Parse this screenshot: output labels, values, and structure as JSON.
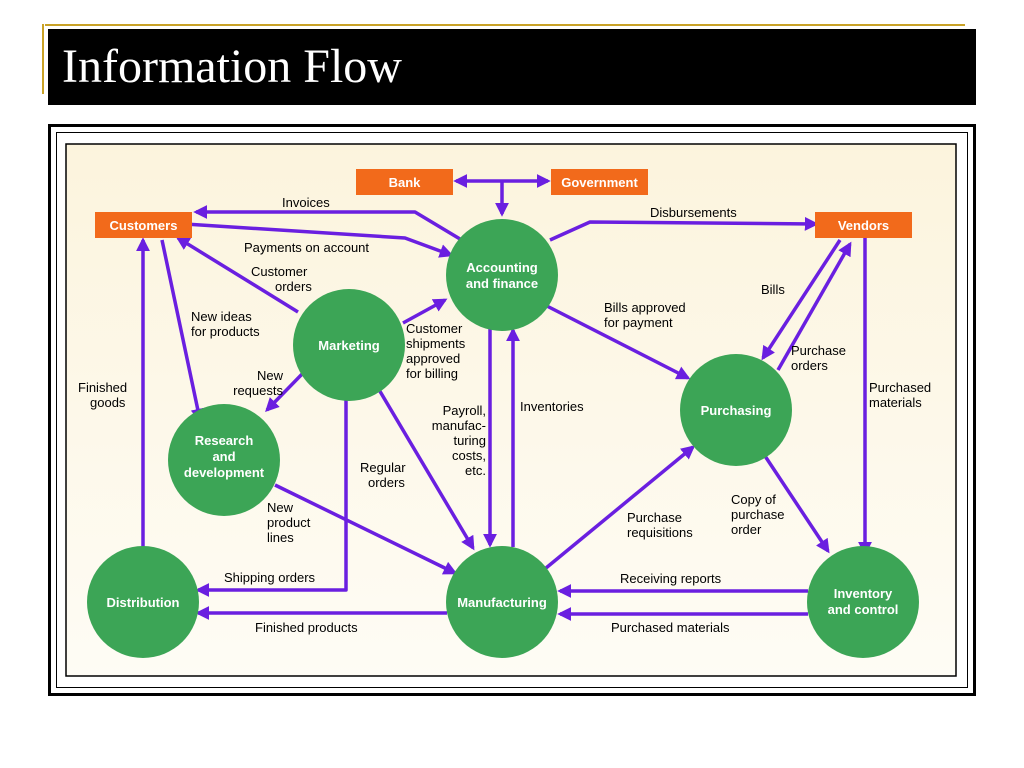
{
  "title": "Information Flow",
  "colors": {
    "node_green": "#3ca556",
    "rect_orange": "#f26a1b",
    "arrow_purple": "#6a1fe0",
    "background_gradient_start": "#fcf4dd",
    "background_gradient_end": "#fefcf5"
  },
  "nodes": {
    "bank": "Bank",
    "government": "Government",
    "customers": "Customers",
    "vendors": "Vendors",
    "accounting": [
      "Accounting",
      "and finance"
    ],
    "marketing": "Marketing",
    "research": [
      "Research",
      "and",
      "development"
    ],
    "purchasing": "Purchasing",
    "distribution": "Distribution",
    "manufacturing": "Manufacturing",
    "inventory": [
      "Inventory",
      "and control"
    ]
  },
  "flows": {
    "invoices": "Invoices",
    "payments": "Payments on account",
    "customer_orders": [
      "Customer",
      "orders"
    ],
    "new_ideas": [
      "New ideas",
      "for products"
    ],
    "new_requests": [
      "New",
      "requests"
    ],
    "finished_goods": [
      "Finished",
      "goods"
    ],
    "customer_shipments": [
      "Customer",
      "shipments",
      "approved",
      "for billing"
    ],
    "disbursements": "Disbursements",
    "bills_approved": [
      "Bills approved",
      "for payment"
    ],
    "bills": "Bills",
    "purchase_orders": [
      "Purchase",
      "orders"
    ],
    "purchased_materials_right": [
      "Purchased",
      "materials"
    ],
    "payroll": [
      "Payroll,",
      "manufac-",
      "turing",
      "costs,",
      "etc."
    ],
    "inventories": "Inventories",
    "regular_orders": [
      "Regular",
      "orders"
    ],
    "new_product_lines": [
      "New",
      "product",
      "lines"
    ],
    "purchase_requisitions": [
      "Purchase",
      "requisitions"
    ],
    "copy_po": [
      "Copy of",
      "purchase",
      "order"
    ],
    "shipping_orders": "Shipping orders",
    "finished_products": "Finished products",
    "receiving_reports": "Receiving reports",
    "purchased_materials_bottom": "Purchased materials"
  }
}
